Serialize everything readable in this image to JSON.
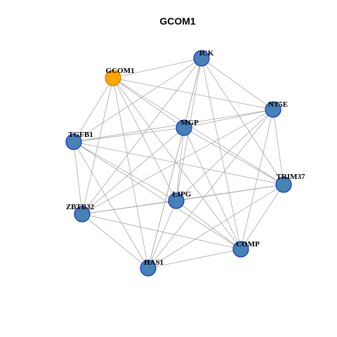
{
  "title": "GCOM1",
  "colors": {
    "hub_fill": "#FFA500",
    "hub_stroke": "#CC7A00",
    "node_fill": "#4682B4",
    "node_stroke": "#1A2FCC",
    "edge": "#A8A8A8",
    "label": "#000000"
  },
  "nodes": [
    {
      "id": "ICK",
      "label": "ICK",
      "hub": false
    },
    {
      "id": "GCOM1",
      "label": "GCOM1",
      "hub": true
    },
    {
      "id": "NT5E",
      "label": "NT5E",
      "hub": false
    },
    {
      "id": "MGP",
      "label": "MGP",
      "hub": false
    },
    {
      "id": "TGFB1",
      "label": "TGFB1",
      "hub": false
    },
    {
      "id": "TRIM37",
      "label": "TRIM37",
      "hub": false
    },
    {
      "id": "LIPG",
      "label": "LIPG",
      "hub": false
    },
    {
      "id": "ZBTB32",
      "label": "ZBTB32",
      "hub": false
    },
    {
      "id": "COMP",
      "label": "COMP",
      "hub": false
    },
    {
      "id": "HAS1",
      "label": "HAS1",
      "hub": false
    }
  ],
  "edges": [
    [
      "GCOM1",
      "ICK"
    ],
    [
      "GCOM1",
      "NT5E"
    ],
    [
      "GCOM1",
      "MGP"
    ],
    [
      "GCOM1",
      "TGFB1"
    ],
    [
      "GCOM1",
      "TRIM37"
    ],
    [
      "GCOM1",
      "LIPG"
    ],
    [
      "GCOM1",
      "ZBTB32"
    ],
    [
      "GCOM1",
      "COMP"
    ],
    [
      "GCOM1",
      "HAS1"
    ],
    [
      "ICK",
      "NT5E"
    ],
    [
      "ICK",
      "MGP"
    ],
    [
      "ICK",
      "TGFB1"
    ],
    [
      "ICK",
      "TRIM37"
    ],
    [
      "ICK",
      "LIPG"
    ],
    [
      "ICK",
      "ZBTB32"
    ],
    [
      "ICK",
      "COMP"
    ],
    [
      "ICK",
      "HAS1"
    ],
    [
      "NT5E",
      "MGP"
    ],
    [
      "NT5E",
      "TGFB1"
    ],
    [
      "NT5E",
      "TRIM37"
    ],
    [
      "NT5E",
      "LIPG"
    ],
    [
      "NT5E",
      "ZBTB32"
    ],
    [
      "NT5E",
      "COMP"
    ],
    [
      "NT5E",
      "HAS1"
    ],
    [
      "MGP",
      "TGFB1"
    ],
    [
      "MGP",
      "TRIM37"
    ],
    [
      "MGP",
      "LIPG"
    ],
    [
      "MGP",
      "ZBTB32"
    ],
    [
      "MGP",
      "COMP"
    ],
    [
      "MGP",
      "HAS1"
    ],
    [
      "TGFB1",
      "TRIM37"
    ],
    [
      "TGFB1",
      "LIPG"
    ],
    [
      "TGFB1",
      "ZBTB32"
    ],
    [
      "TGFB1",
      "COMP"
    ],
    [
      "TGFB1",
      "HAS1"
    ],
    [
      "TRIM37",
      "LIPG"
    ],
    [
      "TRIM37",
      "ZBTB32"
    ],
    [
      "TRIM37",
      "COMP"
    ],
    [
      "TRIM37",
      "HAS1"
    ],
    [
      "LIPG",
      "ZBTB32"
    ],
    [
      "LIPG",
      "COMP"
    ],
    [
      "LIPG",
      "HAS1"
    ],
    [
      "ZBTB32",
      "COMP"
    ],
    [
      "ZBTB32",
      "HAS1"
    ],
    [
      "COMP",
      "HAS1"
    ]
  ]
}
